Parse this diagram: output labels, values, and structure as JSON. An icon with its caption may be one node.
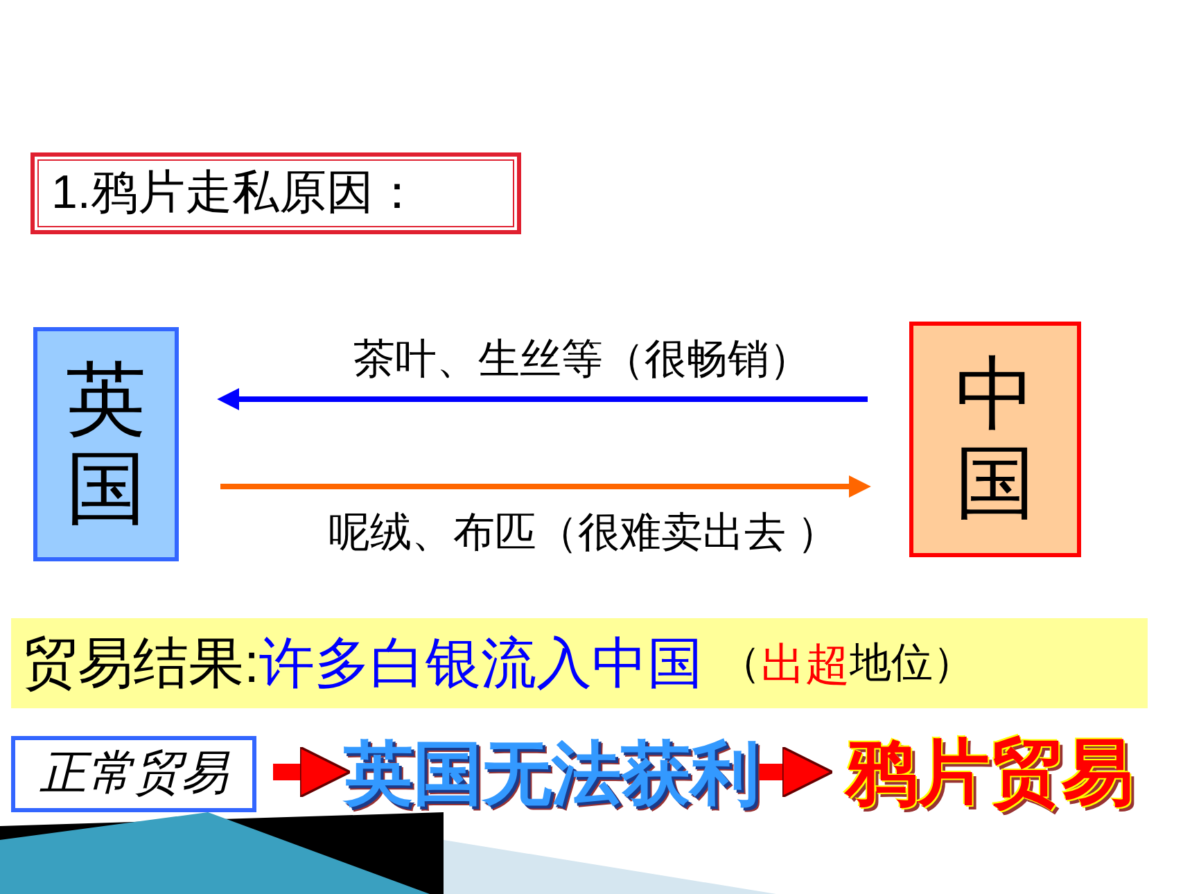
{
  "diagram": {
    "nodes": [
      {
        "text": [
          "1.鸦片走私原因："
        ]
      },
      {
        "text": [
          "英国"
        ]
      },
      {
        "text": [
          "中国"
        ]
      },
      {
        "text": [
          "贸易结果:",
          "许多白银流入中国",
          "（",
          "出超",
          "地位）"
        ]
      },
      {
        "text": [
          "正常贸易"
        ]
      },
      {
        "text": [
          "英国无法获利"
        ]
      },
      {
        "text": [
          "鸦片贸易"
        ]
      }
    ],
    "edges": [
      {
        "from": 2,
        "to": 1,
        "arrow": "to",
        "label": "茶叶、生丝等（很畅销）",
        "color": "#0000ff"
      },
      {
        "from": 1,
        "to": 2,
        "arrow": "to",
        "label": "呢绒、布匹（很难卖出去 ）",
        "color": "#ff6600"
      },
      {
        "from": 4,
        "to": 5,
        "arrow": "to",
        "style": "thick",
        "color": "#ff0000"
      },
      {
        "from": 5,
        "to": 6,
        "arrow": "to",
        "style": "thick",
        "color": "#ff0000"
      }
    ]
  }
}
